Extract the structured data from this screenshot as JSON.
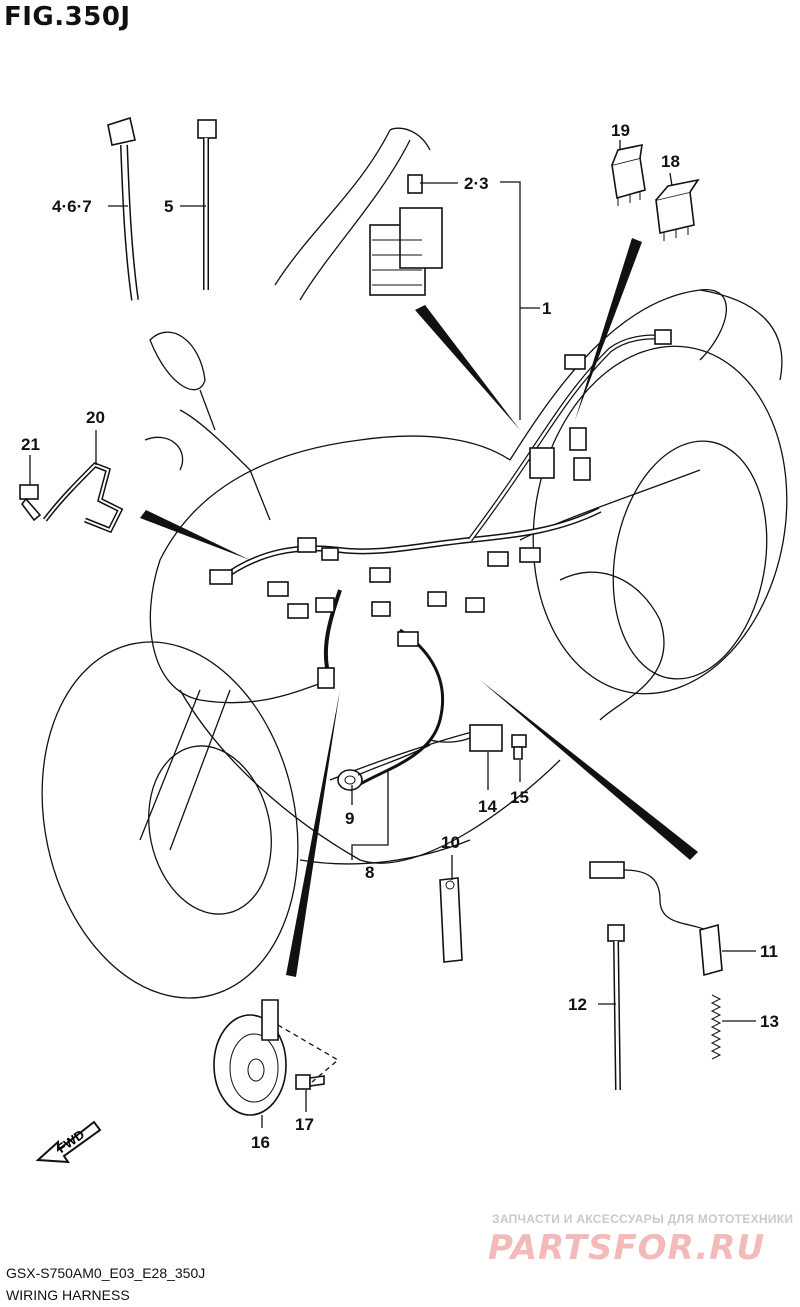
{
  "figure": {
    "title": "FIG.350J",
    "model_code": "GSX-S750AM0_E03_E28_350J",
    "caption": "WIRING HARNESS"
  },
  "direction_marker": {
    "label": "FWD",
    "icon": "forward-arrow-icon"
  },
  "callouts": [
    {
      "id": "1",
      "label": "1"
    },
    {
      "id": "2-3",
      "label": "2·3"
    },
    {
      "id": "4-6-7",
      "label": "4·6·7"
    },
    {
      "id": "5",
      "label": "5"
    },
    {
      "id": "8",
      "label": "8"
    },
    {
      "id": "9",
      "label": "9"
    },
    {
      "id": "10",
      "label": "10"
    },
    {
      "id": "11",
      "label": "11"
    },
    {
      "id": "12",
      "label": "12"
    },
    {
      "id": "13",
      "label": "13"
    },
    {
      "id": "14",
      "label": "14"
    },
    {
      "id": "15",
      "label": "15"
    },
    {
      "id": "16",
      "label": "16"
    },
    {
      "id": "17",
      "label": "17"
    },
    {
      "id": "18",
      "label": "18"
    },
    {
      "id": "19",
      "label": "19"
    },
    {
      "id": "20",
      "label": "20"
    },
    {
      "id": "21",
      "label": "21"
    }
  ],
  "watermark": {
    "line1": "ЗАПЧАСТИ И АКСЕССУАРЫ ДЛЯ МОТОТЕХНИКИ",
    "logo": "PARTSFOR.RU",
    "logo_color": "#f4b9b9"
  }
}
